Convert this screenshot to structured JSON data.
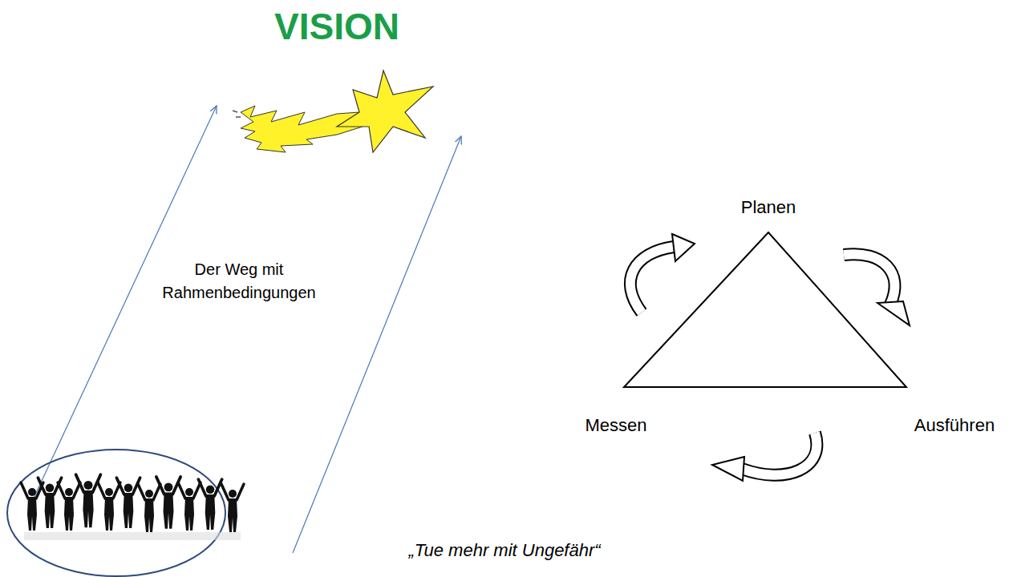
{
  "diagram": {
    "title": "VISION",
    "caption": "„Tue mehr mit Ungefähr“",
    "labels": [
      "Der Weg mit Rahmenbedingungen",
      "Planen",
      "Messen",
      "Ausführen"
    ]
  }
}
